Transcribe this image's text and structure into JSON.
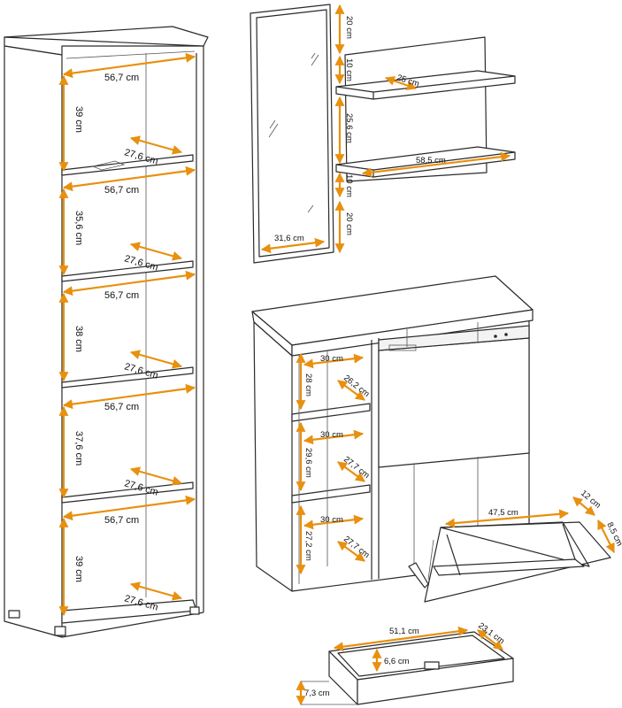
{
  "bookcase": {
    "width_labels": [
      "56,7 cm",
      "56,7 cm",
      "56,7 cm",
      "56,7 cm",
      "56,7 cm"
    ],
    "depth_labels": [
      "27,6 cm",
      "27,6 cm",
      "27,6 cm",
      "27,6 cm",
      "27,6 cm"
    ],
    "height_labels": [
      "39 cm",
      "35,6 cm",
      "38 cm",
      "37,6 cm",
      "39 cm"
    ]
  },
  "mirror": {
    "width_label": "31,6 cm"
  },
  "wall_shelf": {
    "top_gap_label": "20 cm",
    "upper_board_label": "10 cm",
    "depth_label": "25 cm",
    "inner_height_label": "25,6 cm",
    "width_label": "58,5 cm",
    "lower_board_label": "10 cm",
    "bottom_gap_label": "20 cm"
  },
  "shoe_cabinet": {
    "compartment_width_labels": [
      "30 cm",
      "30 cm",
      "30 cm"
    ],
    "compartment_height_labels": [
      "28 cm",
      "29,6 cm",
      "27,2 cm"
    ],
    "compartment_depth_labels": [
      "26,2 cm",
      "27,7 cm",
      "27,7 cm"
    ],
    "flap_width_label": "47,5 cm",
    "flap_depth_label": "12 cm",
    "flap_height_label": "8,5 cm"
  },
  "drawer": {
    "width_label": "51,1 cm",
    "depth_label": "23,1 cm",
    "inner_height_label": "6,6 cm",
    "outer_height_label": "7,3 cm"
  }
}
